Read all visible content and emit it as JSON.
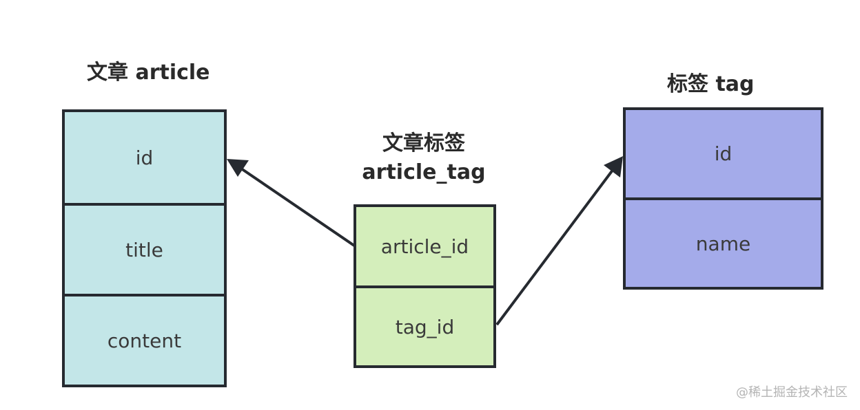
{
  "tables": {
    "article": {
      "title": "文章 article",
      "fields": [
        "id",
        "title",
        "content"
      ]
    },
    "article_tag": {
      "title_line1": "文章标签",
      "title_line2": "article_tag",
      "fields": [
        "article_id",
        "tag_id"
      ]
    },
    "tag": {
      "title": "标签 tag",
      "fields": [
        "id",
        "name"
      ]
    }
  },
  "colors": {
    "article_fill": "#c3e6e8",
    "article_tag_fill": "#d4eebb",
    "tag_fill": "#a4abea",
    "border": "#262a30"
  },
  "watermark": "@稀土掘金技术社区"
}
